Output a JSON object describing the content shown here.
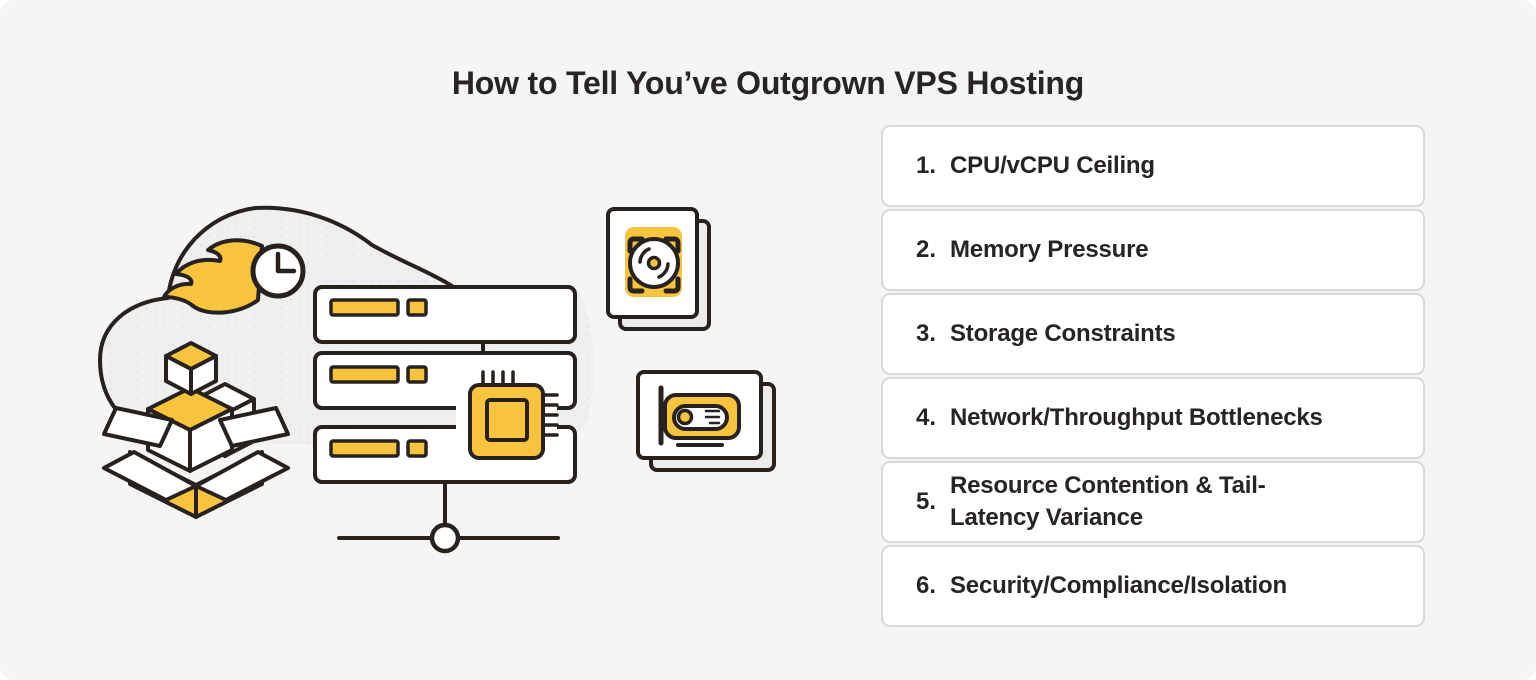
{
  "page": {
    "title": "How to Tell You’ve Outgrown VPS Hosting"
  },
  "list": {
    "items": [
      {
        "number": "1.",
        "label": "CPU/vCPU Ceiling"
      },
      {
        "number": "2.",
        "label": "Memory Pressure"
      },
      {
        "number": "3.",
        "label": "Storage Constraints"
      },
      {
        "number": "4.",
        "label": "Network/Throughput Bottlenecks"
      },
      {
        "number": "5.",
        "label": "Resource Contention & Tail-\nLatency Variance"
      },
      {
        "number": "6.",
        "label": "Security/Compliance/Isolation"
      }
    ]
  },
  "illustration": {
    "icons": [
      "cloud-icon",
      "flaming-clock-icon",
      "open-box-packages-icon",
      "server-stack-icon",
      "cpu-chip-icon",
      "hdd-cards-icon",
      "network-card-icon",
      "network-link-icon"
    ]
  },
  "colors": {
    "bg": "#f5f5f6",
    "ink": "#272327",
    "cardborder": "#d8d8db",
    "yellow": "#f8c33d",
    "outline": "#27221e",
    "cloudfill": "#efeff0",
    "clouddot": "#e3e3e6",
    "backcard": "#ebebec"
  }
}
